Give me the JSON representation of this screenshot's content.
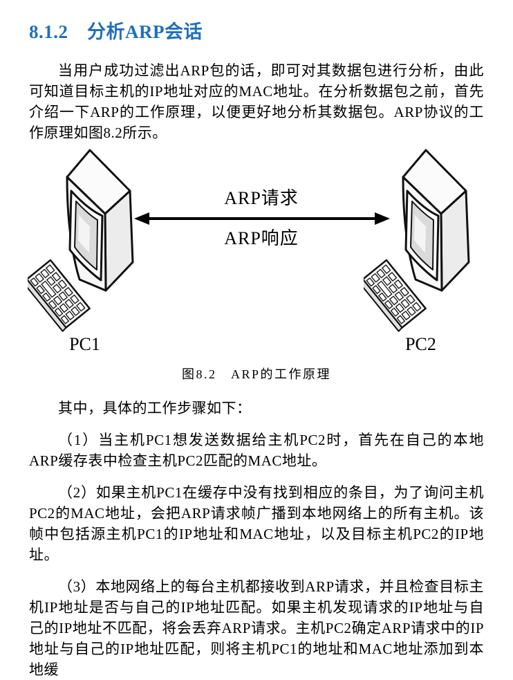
{
  "heading": "8.1.2　分析ARP会话",
  "heading_color": "#1F6FBF",
  "paragraphs": {
    "intro": "当用户成功过滤出ARP包的话，即可对其数据包进行分析，由此可知道目标主机的IP地址对应的MAC地址。在分析数据包之前，首先介绍一下ARP的工作原理，以便更好地分析其数据包。ARP协议的工作原理如图8.2所示。",
    "steps_intro": "其中，具体的工作步骤如下：",
    "step1": "（1）当主机PC1想发送数据给主机PC2时，首先在自己的本地ARP缓存表中检查主机PC2匹配的MAC地址。",
    "step2": "（2）如果主机PC1在缓存中没有找到相应的条目，为了询问主机PC2的MAC地址，会把ARP请求帧广播到本地网络上的所有主机。该帧中包括源主机PC1的IP地址和MAC地址，以及目标主机PC2的IP地址。",
    "step3": "（3）本地网络上的每台主机都接收到ARP请求，并且检查目标主机IP地址是否与自己的IP地址匹配。如果主机发现请求的IP地址与自己的IP地址不匹配，将会丢弃ARP请求。主机PC2确定ARP请求中的IP地址与自己的IP地址匹配，则将主机PC1的地址和MAC地址添加到本地缓"
  },
  "figure": {
    "arrow_label_top": "ARP请求",
    "arrow_label_bottom": "ARP响应",
    "pc1_label": "PC1",
    "pc2_label": "PC2",
    "caption": "图8.2　ARP的工作原理"
  }
}
